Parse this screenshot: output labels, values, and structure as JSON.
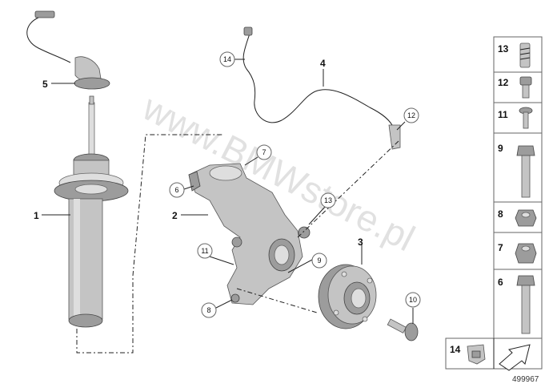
{
  "callouts": {
    "c1": "1",
    "c2": "2",
    "c3": "3",
    "c4": "4",
    "c5": "5",
    "c6": "6",
    "c7": "7",
    "c8": "8",
    "c9": "9",
    "c10": "10",
    "c11": "11",
    "c12": "12",
    "c13": "13",
    "c14": "14"
  },
  "side_panel": [
    "13",
    "12",
    "11",
    "9",
    "8",
    "7",
    "6"
  ],
  "bottom_panel": {
    "label": "14"
  },
  "watermark": "www.BMWstore.pl",
  "diagram_id": "499967",
  "colors": {
    "part_fill": "#c4c4c4",
    "part_dark": "#9c9c9c",
    "outline": "#555555"
  },
  "icons": {
    "arrow": "arrow-icon",
    "clip": "clip-icon"
  }
}
